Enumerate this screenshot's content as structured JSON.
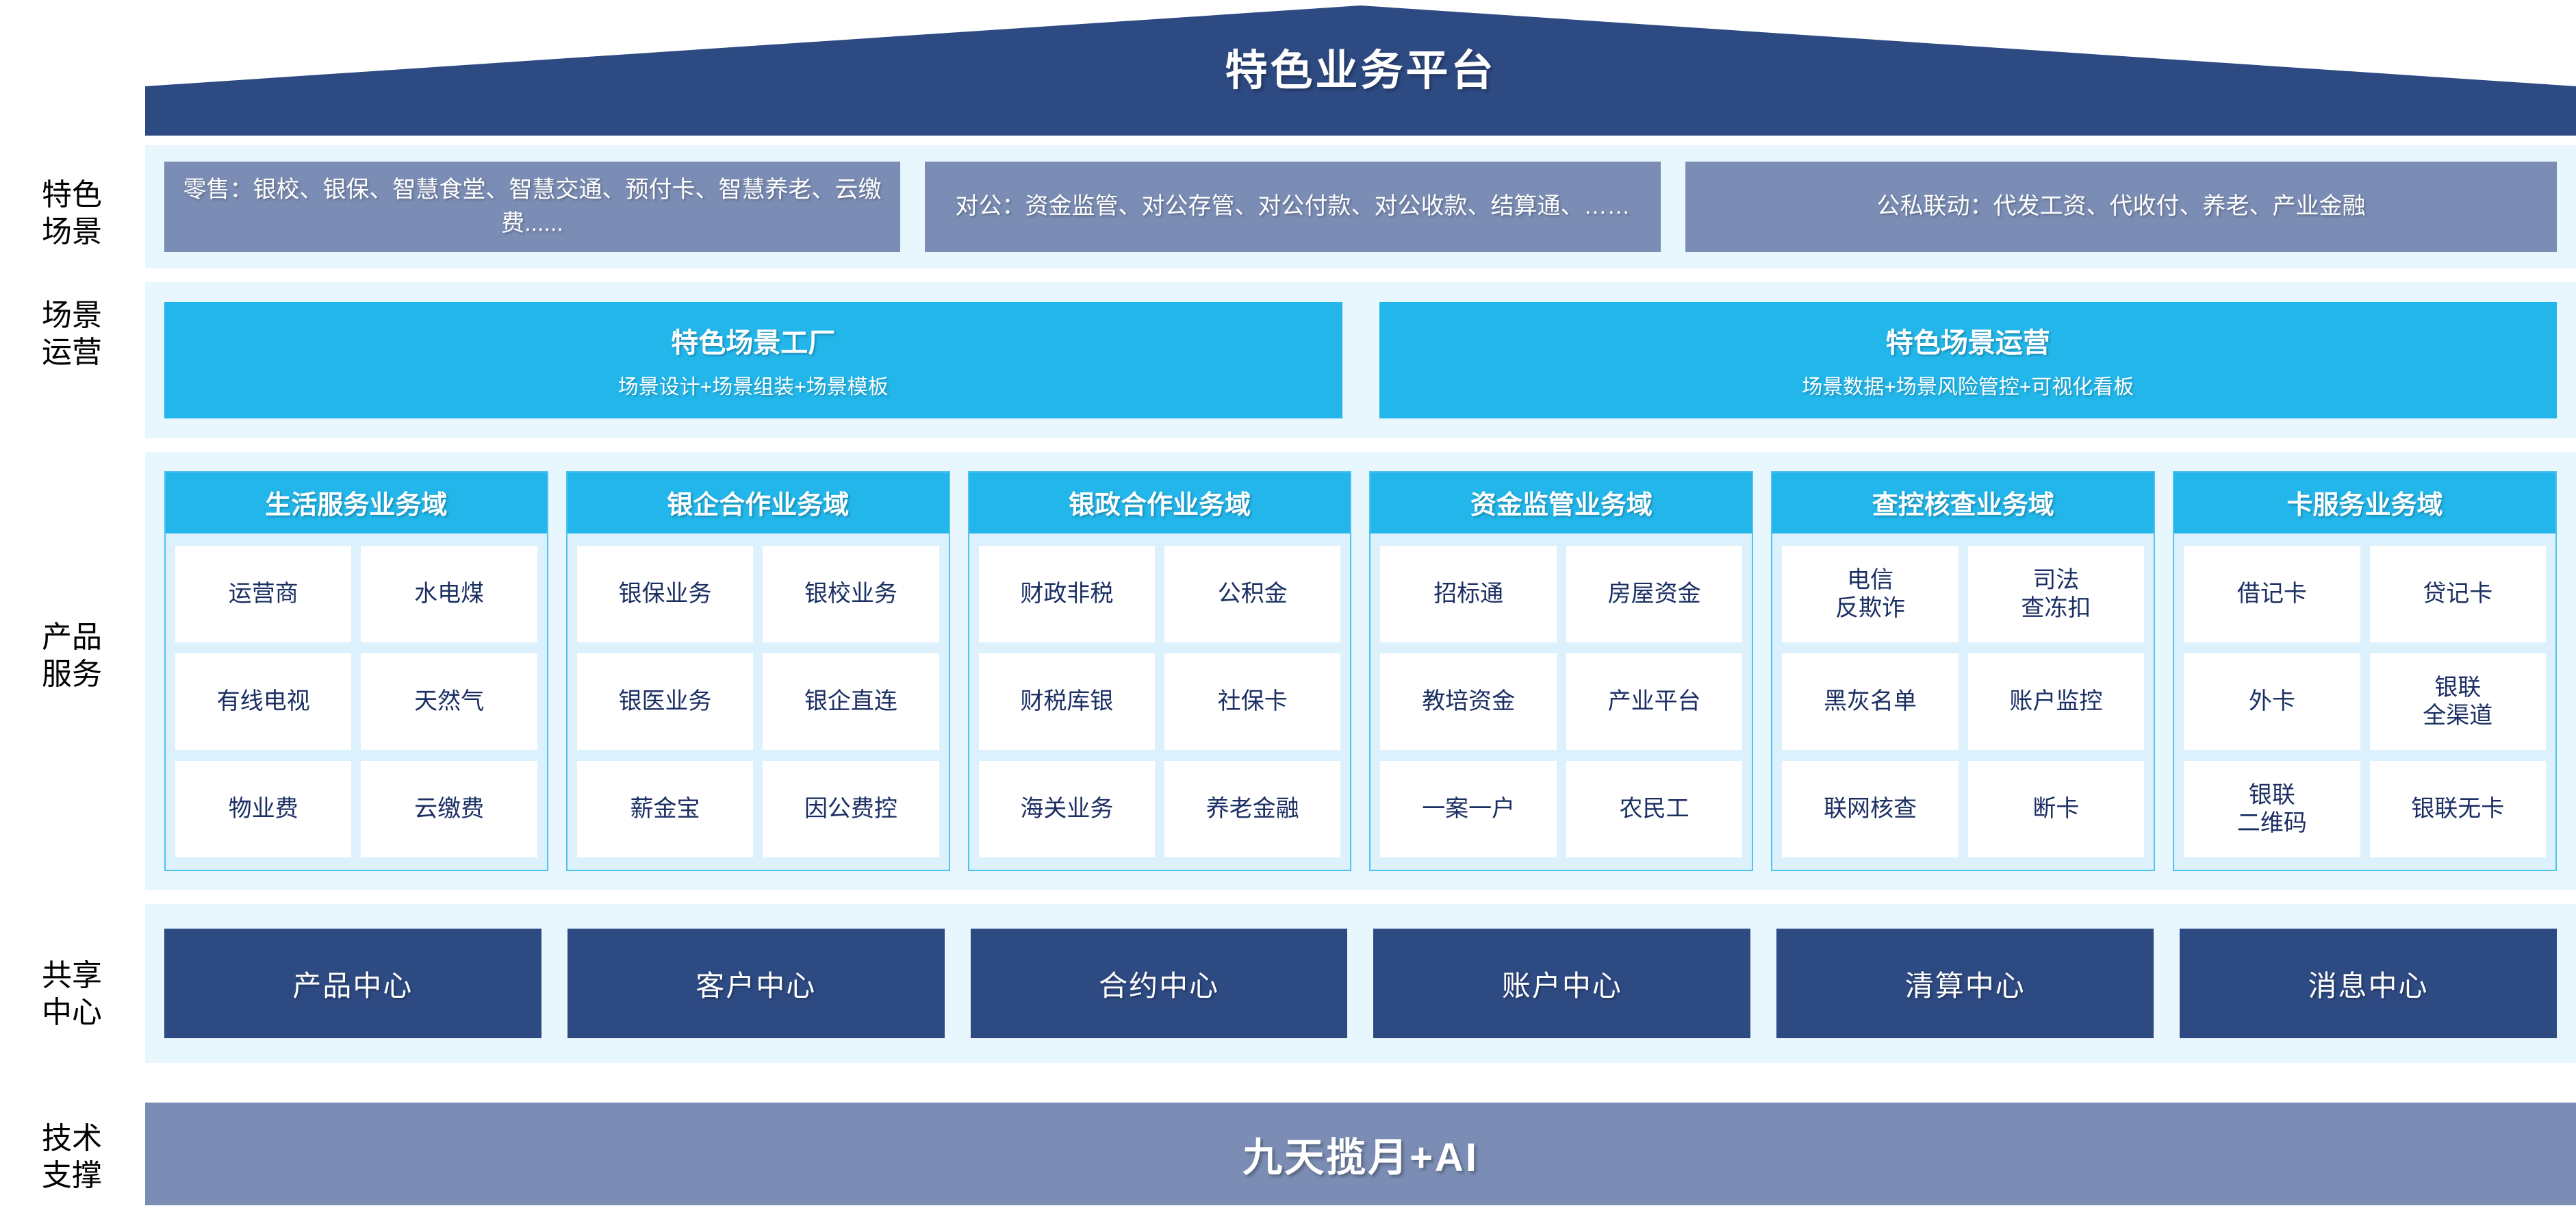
{
  "title": "特色业务平台",
  "rows": {
    "scenarios": {
      "label": "特色\n场景",
      "boxes": [
        "零售：银校、银保、智慧食堂、智慧交通、预付卡、智慧养老、云缴费......",
        "对公：资金监管、对公存管、对公付款、对公收款、结算通、……",
        "公私联动：代发工资、代收付、养老、产业金融"
      ]
    },
    "operations": {
      "label": "场景\n运营",
      "boxes": [
        {
          "title": "特色场景工厂",
          "sub": "场景设计+场景组装+场景模板"
        },
        {
          "title": "特色场景运营",
          "sub": "场景数据+场景风险管控+可视化看板"
        }
      ]
    },
    "products": {
      "label": "产品\n服务",
      "domains": [
        {
          "title": "生活服务业务域",
          "items": [
            "运营商",
            "水电煤",
            "有线电视",
            "天然气",
            "物业费",
            "云缴费"
          ]
        },
        {
          "title": "银企合作业务域",
          "items": [
            "银保业务",
            "银校业务",
            "银医业务",
            "银企直连",
            "薪金宝",
            "因公费控"
          ]
        },
        {
          "title": "银政合作业务域",
          "items": [
            "财政非税",
            "公积金",
            "财税库银",
            "社保卡",
            "海关业务",
            "养老金融"
          ]
        },
        {
          "title": "资金监管业务域",
          "items": [
            "招标通",
            "房屋资金",
            "教培资金",
            "产业平台",
            "一案一户",
            "农民工"
          ]
        },
        {
          "title": "查控核查业务域",
          "items": [
            "电信\n反欺诈",
            "司法\n查冻扣",
            "黑灰名单",
            "账户监控",
            "联网核查",
            "断卡"
          ]
        },
        {
          "title": "卡服务业务域",
          "items": [
            "借记卡",
            "贷记卡",
            "外卡",
            "银联\n全渠道",
            "银联\n二维码",
            "银联无卡"
          ]
        }
      ]
    },
    "centers": {
      "label": "共享\n中心",
      "boxes": [
        "产品中心",
        "客户中心",
        "合约中心",
        "账户中心",
        "清算中心",
        "消息中心"
      ]
    },
    "tech": {
      "label": "技术\n支撑",
      "bar": "九天揽月+AI"
    }
  },
  "colors": {
    "roof": "#2e4a83",
    "band": "#e8f6fd",
    "scenario_box": "#7b8db4",
    "cyan": "#22b6ea",
    "domain_border": "#4fc3ef",
    "domain_bg": "#ddf1fc",
    "center_box": "#2e4a83",
    "cell_text": "#1b2f63"
  }
}
